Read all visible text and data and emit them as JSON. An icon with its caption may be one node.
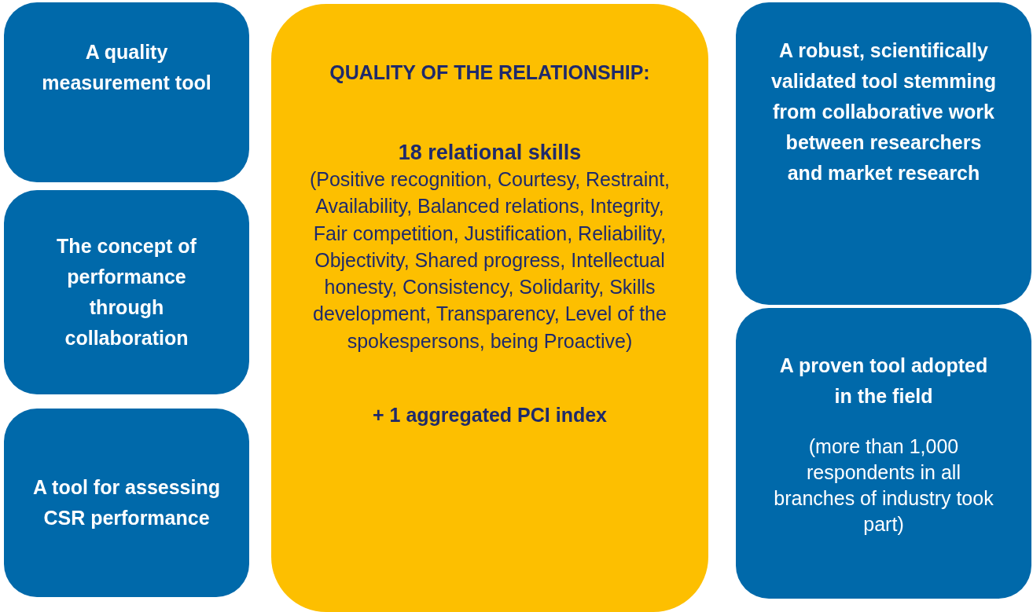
{
  "diagram": {
    "nodes": [
      {
        "text": [
          "A quality measurement tool"
        ]
      },
      {
        "text": [
          "The concept of performance through collaboration"
        ]
      },
      {
        "text": [
          "A tool for assessing CSR performance"
        ]
      },
      {
        "text": [
          "QUALITY OF THE RELATIONSHIP:",
          "18 relational skills",
          "(Positive recognition, Courtesy, Restraint, Availability, Balanced relations, Integrity, Fair competition, Justification, Reliability, Objectivity, Shared progress, Intellectual honesty, Consistency, Solidarity, Skills development, Transparency, Level of the spokespersons, being Proactive)",
          "+ 1 aggregated PCI index"
        ]
      },
      {
        "text": [
          "A robust, scientifically validated tool stemming from collaborative work between researchers and market research"
        ]
      },
      {
        "text": [
          "A proven tool adopted in the field",
          "(more than 1,000 respondents in all branches of industry took part)"
        ]
      }
    ],
    "edges": []
  }
}
